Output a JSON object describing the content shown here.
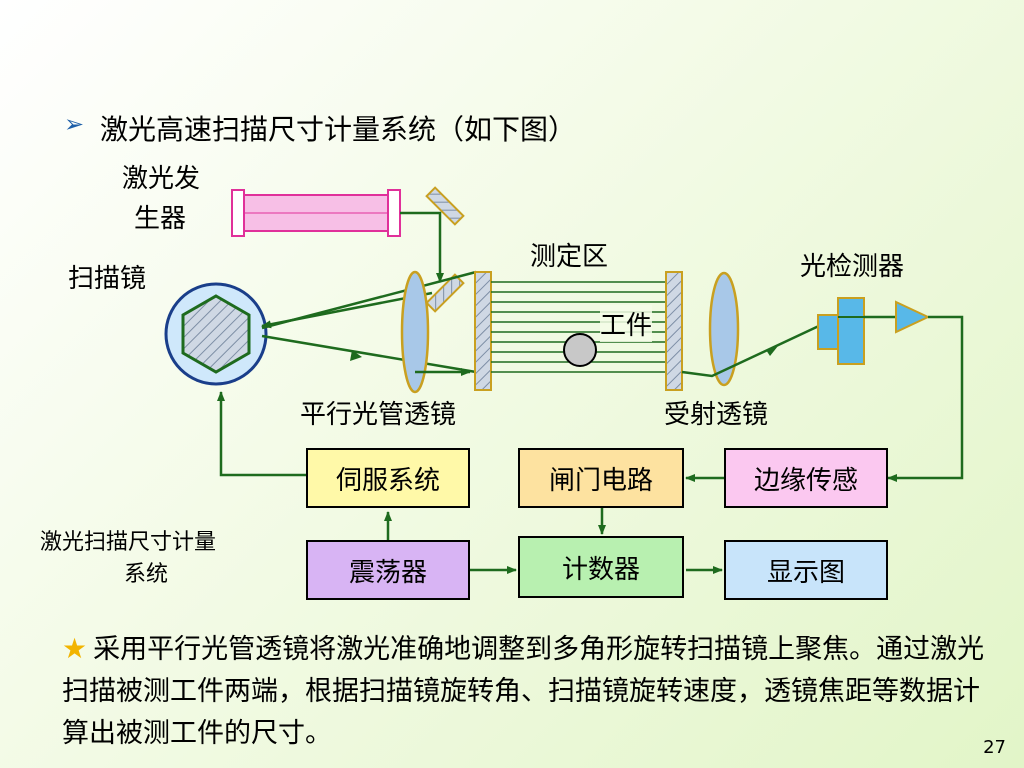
{
  "heading": "激光高速扫描尺寸计量系统（如下图）",
  "labels": {
    "laser_generator_1": "激光发",
    "laser_generator_2": "生器",
    "scanning_mirror": "扫描镜",
    "measuring_zone": "测定区",
    "workpiece": "工件",
    "photodetector": "光检测器",
    "collimator_lens": "平行光管透镜",
    "receiving_lens": "受射透镜",
    "system_caption_1": "激光扫描尺寸计量",
    "system_caption_2": "系统"
  },
  "blocks": {
    "servo": "伺服系统",
    "gate_circuit": "闸门电路",
    "edge_sensor": "边缘传感",
    "oscillator": "震荡器",
    "counter": "计数器",
    "display": "显示图"
  },
  "paragraph": "采用平行光管透镜将激光准确地调整到多角形旋转扫描镜上聚焦。通过激光扫描被测工件两端，根据扫描镜旋转角、扫描镜旋转速度，透镜焦距等数据计算出被测工件的尺寸。",
  "page_number": "27",
  "colors": {
    "line": "#1e6b1e",
    "laser_tube": "#f7bfe6",
    "lens": "#a8c8e8",
    "servo_fill": "#fff9a8",
    "gate_fill": "#fde2a0",
    "edge_fill": "#fbc8f0",
    "oscillator_fill": "#d8b4f4",
    "counter_fill": "#b8f0b0",
    "display_fill": "#c8e4fa",
    "detector": "#58b8e8"
  }
}
